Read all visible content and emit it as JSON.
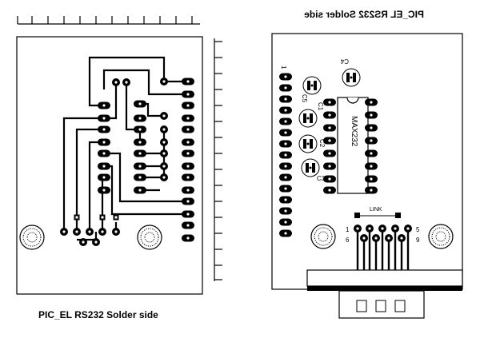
{
  "left_board": {
    "caption": "PIC_EL RS232 Solder side"
  },
  "right_board": {
    "caption": "PIC_EL RS232 Solder side",
    "chip_label": "MAX232",
    "link_label": "LINK",
    "pin_1": "1",
    "conn_pin_1": "1",
    "conn_pin_5": "5",
    "conn_pin_6": "6",
    "conn_pin_9": "9",
    "cap_c1": "C1",
    "cap_c2": "C2",
    "cap_c3": "C3",
    "cap_c4": "C4",
    "cap_c5": "C5"
  }
}
